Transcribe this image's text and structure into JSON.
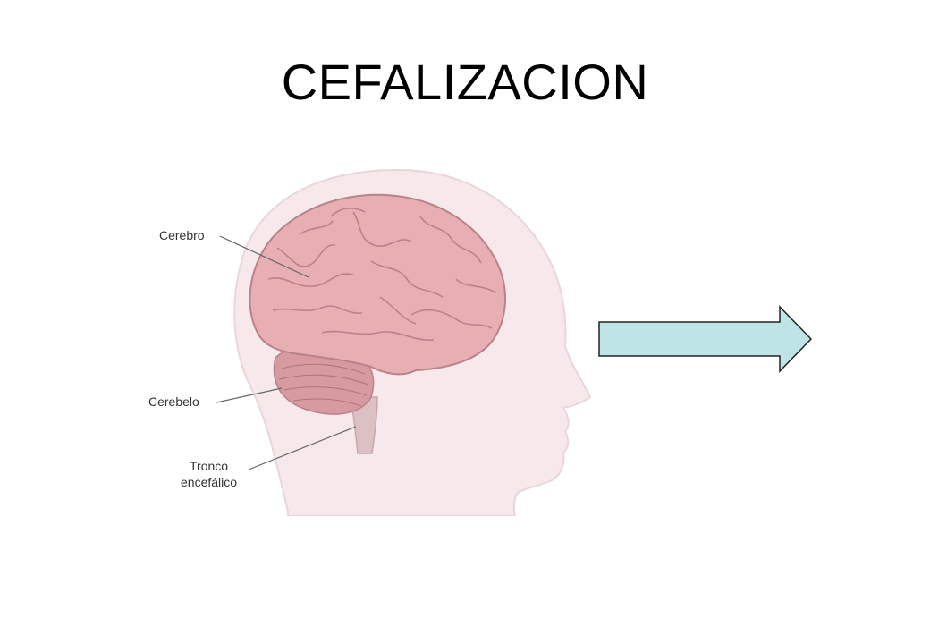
{
  "title": "CEFALIZACION",
  "labels": {
    "cerebro": "Cerebro",
    "cerebelo": "Cerebelo",
    "tronco_line1": "Tronco",
    "tronco_line2": "encefálico"
  },
  "colors": {
    "head_fill": "#f7e9eb",
    "head_outline": "#e8d6da",
    "brain_fill": "#e7aeb4",
    "brain_fold": "#b98289",
    "cerebellum_fill": "#d79aa0",
    "arrow_fill": "#bfe4e6",
    "arrow_stroke": "#222222"
  },
  "icons": {
    "arrow": "right-arrow-icon"
  }
}
